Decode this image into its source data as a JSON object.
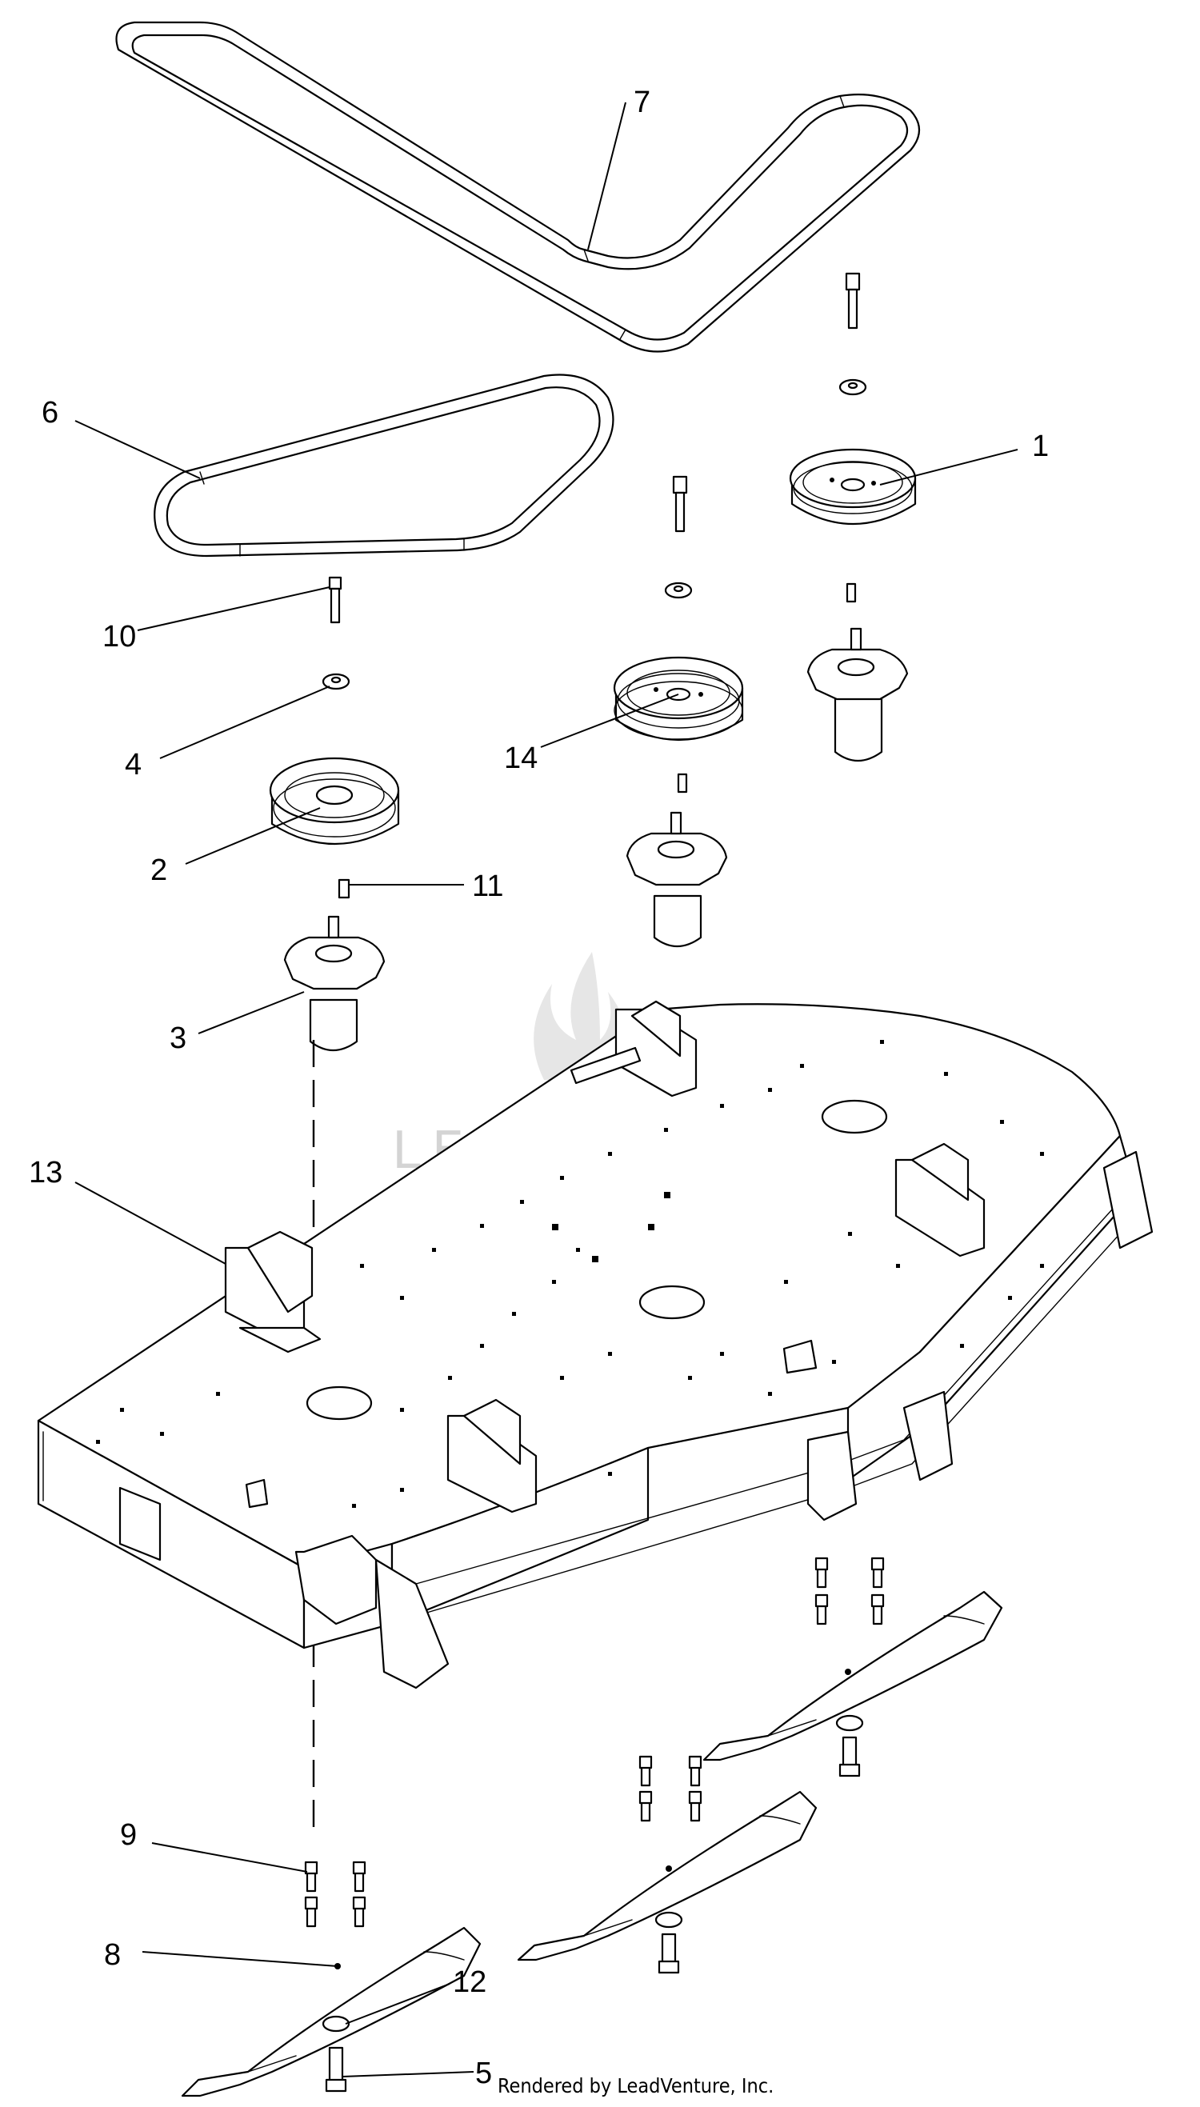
{
  "diagram": {
    "callouts": [
      "1",
      "2",
      "3",
      "4",
      "5",
      "6",
      "7",
      "8",
      "9",
      "10",
      "11",
      "12",
      "13",
      "14"
    ],
    "watermark": "LEADVENTURE",
    "credit": "Rendered by LeadVenture, Inc."
  },
  "colors": {
    "line": "#000000",
    "watermark": "#d4d4d4",
    "background": "#ffffff"
  }
}
